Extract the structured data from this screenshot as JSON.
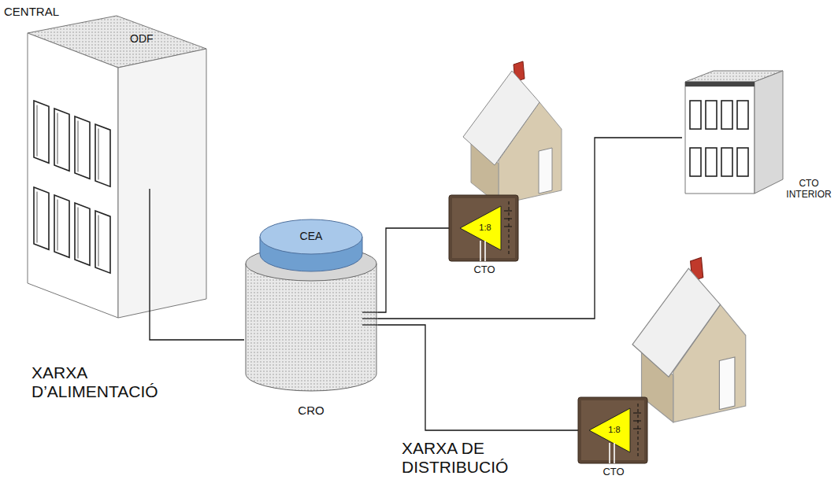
{
  "diagram": {
    "nodes": [
      {
        "text": [
          "CENTRAL",
          "ODF"
        ]
      },
      {
        "text": [
          "CRO"
        ]
      },
      {
        "text": [
          "CEA"
        ],
        "in": 1
      },
      {
        "text": [
          "1:8",
          "CTO"
        ]
      },
      {
        "text": [
          "CTO INTERIOR"
        ]
      },
      {
        "text": [
          "1:8",
          "CTO"
        ]
      }
    ],
    "edges": [
      {
        "from": 0,
        "to": 1,
        "arrow": "none"
      },
      {
        "from": 1,
        "to": 3,
        "arrow": "none"
      },
      {
        "from": 1,
        "to": 4,
        "arrow": "none"
      },
      {
        "from": 1,
        "to": 5,
        "arrow": "none"
      }
    ],
    "labels": [
      "XARXA D’ALIMENTACIÓ",
      "XARXA DE DISTRIBUCIÓ"
    ]
  }
}
